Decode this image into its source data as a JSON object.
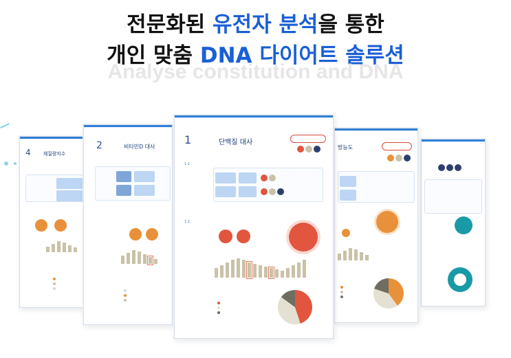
{
  "headline": {
    "line1_plain": "전문화된 ",
    "line1_accent": "유전자 분석",
    "line1_tail": "을 통한",
    "line2_plain": "개인 맞춤 ",
    "line2_accent": "DNA 다이어트 솔루션"
  },
  "watermark": "Analyse constitution and DNA",
  "colors": {
    "accent_blue": "#1a5fd6",
    "orange": "#e8913a",
    "red": "#e2553f",
    "teal": "#1a9aa6",
    "navy": "#2d3f6e"
  },
  "pages": {
    "far_left": {
      "sec_num": "4",
      "title": "체질량지수"
    },
    "left": {
      "sec_num": "2",
      "title": "비타민D 대사"
    },
    "center": {
      "sec_num": "1",
      "title": "단백질 대사",
      "sub1": "1.1",
      "sub2": "1.2"
    },
    "right": {
      "title": "방능도"
    }
  }
}
